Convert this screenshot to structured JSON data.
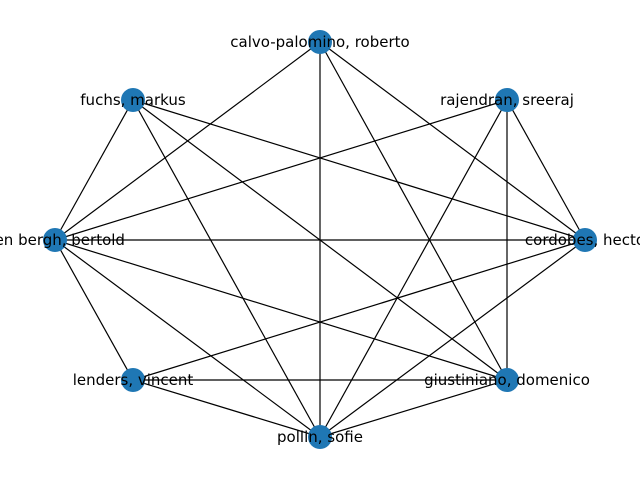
{
  "graph": {
    "node_color": "#1f77b4",
    "edge_color": "#000000",
    "nodes": [
      {
        "id": "calvo",
        "label": "calvo-palomino, roberto"
      },
      {
        "id": "fuchs",
        "label": "fuchs, markus"
      },
      {
        "id": "rajendran",
        "label": "rajendran, sreeraj"
      },
      {
        "id": "vandenbergh",
        "label": "den bergh, bertold"
      },
      {
        "id": "cordobes",
        "label": "cordobes, hecto"
      },
      {
        "id": "lenders",
        "label": "lenders, vincent"
      },
      {
        "id": "giustiniano",
        "label": "giustiniano, domenico"
      },
      {
        "id": "pollin",
        "label": "pollin, sofie"
      }
    ],
    "edges": [
      [
        "calvo",
        "vandenbergh"
      ],
      [
        "calvo",
        "pollin"
      ],
      [
        "calvo",
        "cordobes"
      ],
      [
        "calvo",
        "giustiniano"
      ],
      [
        "fuchs",
        "vandenbergh"
      ],
      [
        "fuchs",
        "pollin"
      ],
      [
        "fuchs",
        "cordobes"
      ],
      [
        "fuchs",
        "giustiniano"
      ],
      [
        "rajendran",
        "vandenbergh"
      ],
      [
        "rajendran",
        "pollin"
      ],
      [
        "rajendran",
        "cordobes"
      ],
      [
        "rajendran",
        "giustiniano"
      ],
      [
        "vandenbergh",
        "cordobes"
      ],
      [
        "vandenbergh",
        "lenders"
      ],
      [
        "vandenbergh",
        "pollin"
      ],
      [
        "vandenbergh",
        "giustiniano"
      ],
      [
        "cordobes",
        "lenders"
      ],
      [
        "cordobes",
        "pollin"
      ],
      [
        "lenders",
        "giustiniano"
      ],
      [
        "lenders",
        "pollin"
      ],
      [
        "giustiniano",
        "pollin"
      ]
    ]
  }
}
